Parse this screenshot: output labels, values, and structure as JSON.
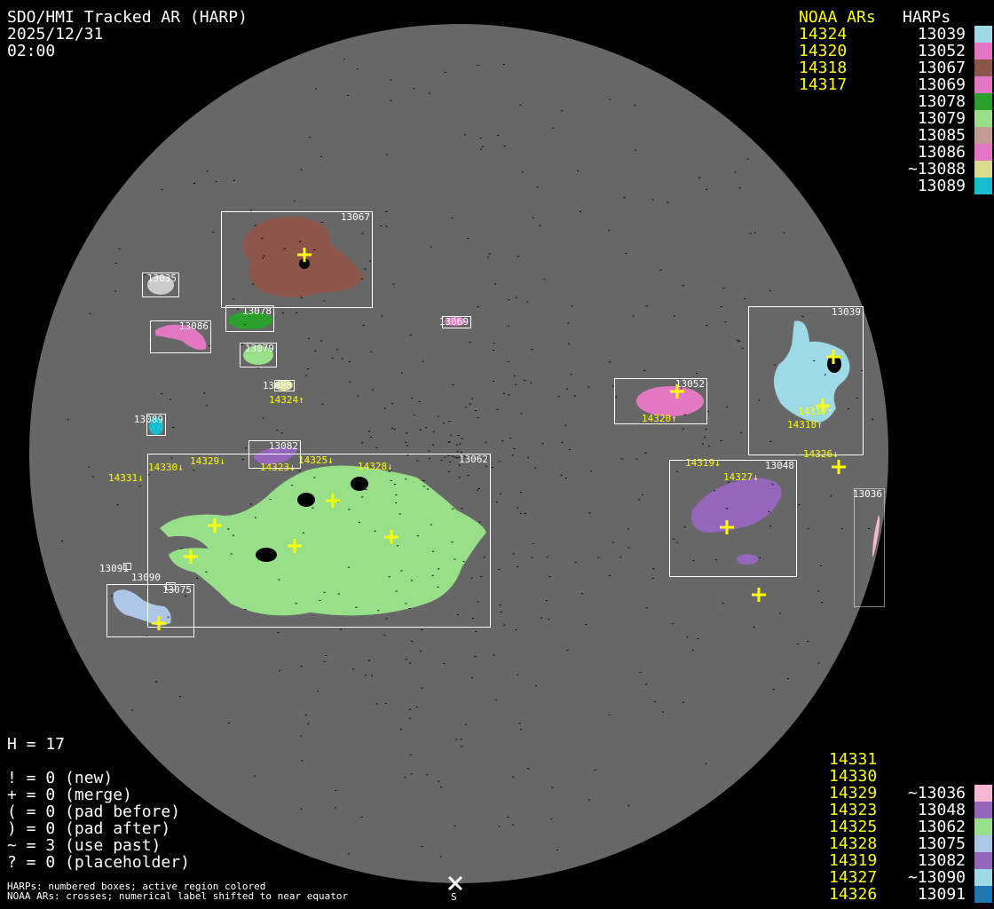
{
  "header": {
    "title": "SDO/HMI Tracked AR (HARP)",
    "date": "2025/12/31",
    "time": "02:00"
  },
  "legend_top": {
    "noaa_header": "NOAA ARs",
    "harp_header": "HARPs",
    "noaa": [
      "14324",
      "14320",
      "14318",
      "14317"
    ],
    "harps": [
      {
        "label": "13039",
        "color": "#9edae5"
      },
      {
        "label": "13052",
        "color": "#e377c2"
      },
      {
        "label": "13067",
        "color": "#8c564b"
      },
      {
        "label": "13069",
        "color": "#e377c2"
      },
      {
        "label": "13078",
        "color": "#2ca02c"
      },
      {
        "label": "13079",
        "color": "#98df8a"
      },
      {
        "label": "13085",
        "color": "#c49c94"
      },
      {
        "label": "13086",
        "color": "#e377c2"
      },
      {
        "label": "~13088",
        "color": "#dbdb8d"
      },
      {
        "label": "13089",
        "color": "#17becf"
      }
    ]
  },
  "legend_bottom": {
    "noaa": [
      "14331",
      "14330",
      "14329",
      "14323",
      "14325",
      "14328",
      "14319",
      "14327",
      "14326"
    ],
    "harps": [
      {
        "label": "~13036",
        "color": "#f7b6d2"
      },
      {
        "label": "13048",
        "color": "#9467bd"
      },
      {
        "label": "13062",
        "color": "#98df8a"
      },
      {
        "label": "13075",
        "color": "#aec7e8"
      },
      {
        "label": "13082",
        "color": "#9467bd"
      },
      {
        "label": "~13090",
        "color": "#9edae5"
      },
      {
        "label": "13091",
        "color": "#1f77b4"
      }
    ]
  },
  "stats": {
    "h": "H = 17",
    "lines": [
      "! = 0 (new)",
      "+ = 0 (merge)",
      "( = 0 (pad before)",
      ") = 0 (pad after)",
      "~ = 3 (use past)",
      "? = 0 (placeholder)"
    ]
  },
  "footer": {
    "line1": "HARPs: numbered boxes; active region colored",
    "line2": "NOAA ARs: crosses; numerical label shifted to near equator",
    "south": "S"
  },
  "disk": {
    "harp_boxes": [
      "13067",
      "13035",
      "13078",
      "13086",
      "13069",
      "13079",
      "13088",
      "13089",
      "13082",
      "13062",
      "13091",
      "13090",
      "13075",
      "13052",
      "13039",
      "13048",
      "13036"
    ],
    "noaa_labels": [
      "14324↑",
      "14320↑",
      "14317↑",
      "14318↑",
      "14326↓",
      "14319↓",
      "14327↓",
      "14331↓",
      "14330↓",
      "14329↓",
      "14323↓",
      "14325↓",
      "14328↓"
    ]
  },
  "colors": {
    "disk": "#676767",
    "noaa": "#ffff00",
    "box": "#ffffff"
  }
}
